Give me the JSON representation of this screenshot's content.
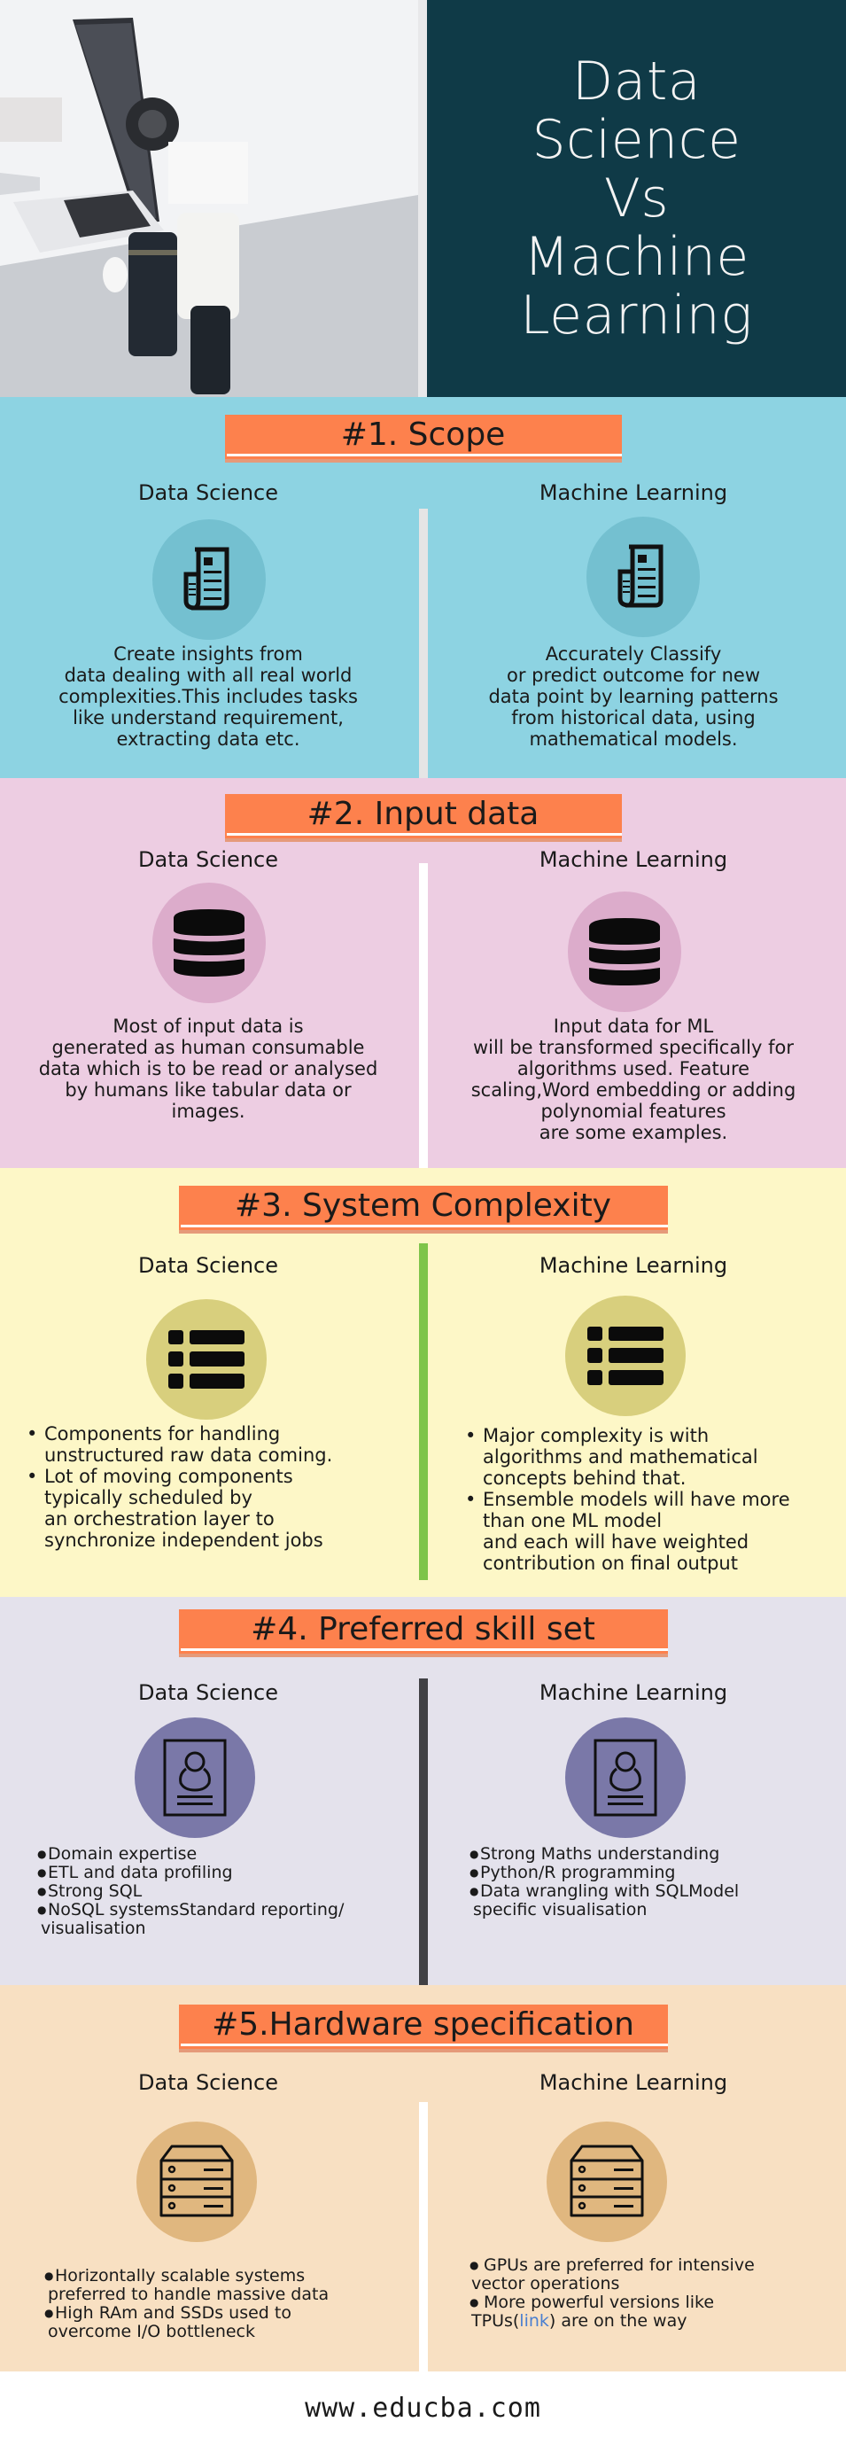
{
  "hero": {
    "title_lines": [
      "Data",
      "Science",
      "Vs",
      "Machine",
      "Learning"
    ],
    "photo_alt": "laptop on desk with coffee cup and headphones"
  },
  "columns": {
    "left_label": "Data Science",
    "right_label": "Machine Learning"
  },
  "sections": [
    {
      "banner": "#1. Scope",
      "bg_color": "#8dd3e2",
      "divider_color": "#e5e5e5",
      "icon": "newspaper-icon",
      "icon_circle_color": "#74c0d0",
      "left_text": "Create insights from data dealing with all real world complexities.This includes tasks like understand requirement, extracting data etc.",
      "left_lines": [
        "Create insights from",
        "data dealing with all real world",
        "complexities.This includes tasks",
        "like understand requirement,",
        "extracting data etc."
      ],
      "right_lines": [
        "Accurately Classify",
        "or predict outcome for new",
        "data point by learning patterns",
        "from historical data, using",
        "mathematical models."
      ]
    },
    {
      "banner": "#2. Input data",
      "bg_color": "#edcde2",
      "divider_color": "#ffffff",
      "icon": "database-icon",
      "icon_circle_color": "#dcaccb",
      "left_lines": [
        "Most of input data is",
        "generated as human consumable",
        "data which is to be read or analysed",
        "by humans like tabular data or",
        "images."
      ],
      "right_lines": [
        "Input data for ML",
        "will be transformed specifically  for",
        "algorithms used. Feature",
        "scaling,Word embedding or adding",
        "polynomial features",
        "are some examples."
      ]
    },
    {
      "banner": "#3. System Complexity",
      "bg_color": "#fdf7c7",
      "divider_color": "#7ec44a",
      "icon": "list-icon",
      "icon_circle_color": "#d8cf7d",
      "left_bullets": [
        [
          "Components for handling",
          "unstructured raw data coming."
        ],
        [
          "Lot of moving components",
          "typically scheduled by",
          "an orchestration layer to",
          "synchronize independent jobs"
        ]
      ],
      "right_bullets": [
        [
          "Major complexity is with",
          "algorithms and mathematical",
          "concepts behind that."
        ],
        [
          "Ensemble models will have more",
          "than one ML model",
          "and each will have weighted",
          "contribution on final output"
        ]
      ]
    },
    {
      "banner": "#4. Preferred skill set",
      "bg_color": "#e4e2ec",
      "divider_color": "#414145",
      "icon": "resume-profile-icon",
      "icon_circle_color": "#7a78a8",
      "left_items": [
        [
          "Domain expertise"
        ],
        [
          "ETL and data profiling"
        ],
        [
          "Strong SQL"
        ],
        [
          "NoSQL systemsStandard reporting/",
          "visualisation"
        ]
      ],
      "right_items": [
        [
          "Strong Maths understanding"
        ],
        [
          "Python/R programming"
        ],
        [
          "Data wrangling with SQLModel",
          "specific visualisation"
        ]
      ]
    },
    {
      "banner": "#5.Hardware specification",
      "bg_color": "#f8e0c2",
      "divider_color": "#ffffff",
      "icon": "server-icon",
      "icon_circle_color": "#e0b77f",
      "left_items": [
        [
          "Horizontally scalable systems",
          "preferred to handle massive data"
        ],
        [
          "High RAm and SSDs used to",
          "overcome I/O bottleneck"
        ]
      ],
      "right_items": [
        [
          "GPUs are preferred for intensive",
          "vector operations"
        ],
        [
          "More powerful versions like"
        ]
      ],
      "right_tpu": {
        "prefix": "TPUs(",
        "link": "link",
        "suffix": ") are on the way"
      }
    }
  ],
  "colors": {
    "banner_bg": "#fd814d",
    "hero_panel": "#0f3a47",
    "link": "#4a7fd0"
  },
  "footer": {
    "url": "www.educba.com"
  }
}
